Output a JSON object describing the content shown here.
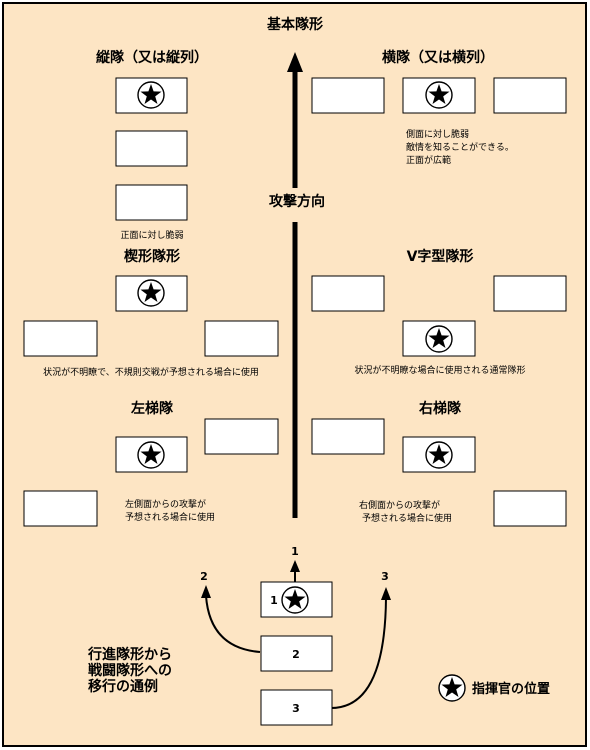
{
  "page_title": "基本隊形",
  "attack_direction": "攻撃方向",
  "formations": {
    "column": {
      "title": "縦隊（又は縦列）",
      "note": "正面に対し脆弱"
    },
    "line": {
      "title": "横隊（又は横列）",
      "note_lines": [
        "側面に対し脆弱",
        "敵情を知ることができる。",
        "正面が広範"
      ]
    },
    "wedge": {
      "title": "楔形隊形",
      "note": "状況が不明瞭で、不規則交戦が予想される場合に使用"
    },
    "vee": {
      "title": "V字型隊形",
      "note": "状況が不明瞭な場合に使用される通常隊形"
    },
    "left_echelon": {
      "title": "左梯隊",
      "note_lines": [
        "左側面からの攻撃が",
        "予想される場合に使用"
      ]
    },
    "right_echelon": {
      "title": "右梯隊",
      "note_lines": [
        "右側面からの攻撃が",
        "予想される場合に使用"
      ]
    }
  },
  "transition": {
    "caption_lines": [
      "行進隊形から",
      "戦闘隊形への",
      "移行の通例"
    ],
    "unit_labels": [
      "1",
      "2",
      "3"
    ],
    "arrow_labels": [
      "1",
      "2",
      "3"
    ]
  },
  "legend": {
    "label": "指揮官の位置",
    "icon": "star-in-circle"
  },
  "colors": {
    "background": "#fde5c4",
    "border": "#000000",
    "box": "#ffffff"
  }
}
